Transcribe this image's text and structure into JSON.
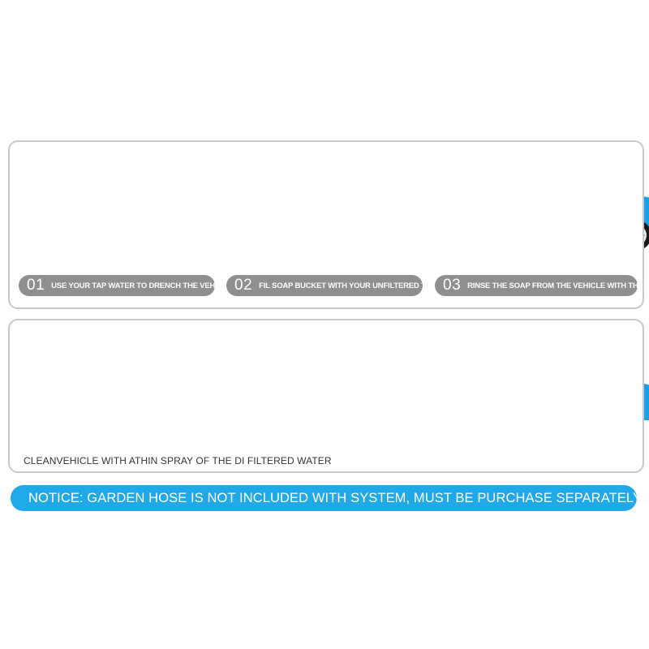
{
  "steps": [
    {
      "num": "01",
      "text": "USE YOUR TAP WATER TO DRENCH THE VEHICLE"
    },
    {
      "num": "02",
      "text": "FIL SOAP BUCKET WITH YOUR UNFILTERED TAP"
    },
    {
      "num": "03",
      "text": "RINSE THE SOAP FROM THE VEHICLE WITH THE TAP"
    }
  ],
  "caption": "CLEANVEHICLE WITH ATHIN SPRAY OF THE DI FILTERED WATER",
  "notice": {
    "icon": "warning-icon",
    "text": "NOTICE: GARDEN HOSE IS NOT INCLUDED WITH SYSTEM, MUST BE PURCHASE SEPARATELY."
  },
  "colors": {
    "car": "#1e9fe4",
    "worker": "#2637a8",
    "pill": "#8f8f8f",
    "notice": "#1fa9e8",
    "bucket": "#b9bec3"
  }
}
